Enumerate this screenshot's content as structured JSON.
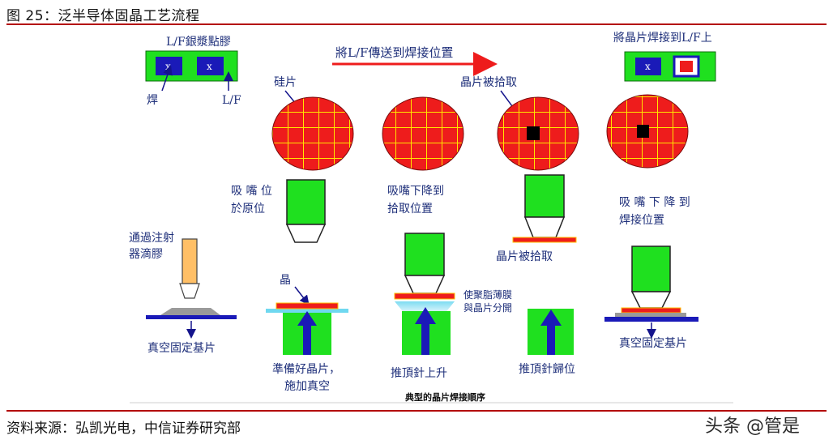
{
  "header": {
    "figure_title": "图 25：泛半导体固晶工艺流程"
  },
  "footer": {
    "source": "资料来源：弘凯光电，中信证券研究部",
    "watermark": "头条 @管是"
  },
  "labels": {
    "lf_silver_glue": "L/F銀漿點膠",
    "weld": "焊",
    "lf": "L/F",
    "transfer": "將L/F傳送到焊接位置",
    "weld_to_lf": "將晶片焊接到L/F上",
    "wafer": "硅片",
    "die_picked_top": "晶片被拾取",
    "nozzle_home_1": "吸 嘴 位",
    "nozzle_home_2": "於原位",
    "nozzle_down_1": "吸嘴下降到",
    "nozzle_down_2": "拾取位置",
    "nozzle_weld_1": "吸 嘴 下 降 到",
    "nozzle_weld_2": "焊接位置",
    "die_picked_bottom": "晶片被拾取",
    "syringe_1": "通過注射",
    "syringe_2": "器滴膠",
    "die_mark": "晶",
    "vacuum_fix_left": "真空固定基片",
    "prep_1": "準備好晶片，",
    "prep_2": "施加真空",
    "film_1": "使聚脂薄膜",
    "film_2": "與晶片分開",
    "ejector_up": "推頂針上升",
    "ejector_reset": "推頂針歸位",
    "vacuum_fix_right": "真空固定基片",
    "caption": "典型的晶片焊接順序",
    "x_mark": "x"
  },
  "colors": {
    "green": "#1fe01f",
    "red": "#ee1c1c",
    "grid": "#ffe600",
    "blue": "#1a1ab8",
    "navy": "#14148c",
    "orange": "#ffbf66",
    "cyan": "#6fd8f0",
    "gray": "#9a9a9a",
    "rule": "#b30000"
  }
}
